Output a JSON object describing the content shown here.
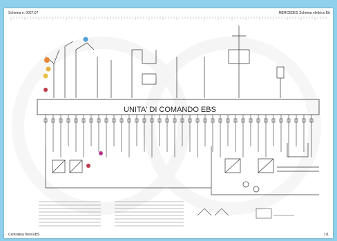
{
  "sheet": {
    "header_left": "Schema n. 0027.07",
    "header_right": "MERCEDES Schema elettrico Eb",
    "footer_left": "Centralina freni EBS",
    "footer_right": "1/1",
    "main_label": "UNITA' DI COMANDO EBS"
  },
  "colors": {
    "background": "#8fd0ec",
    "sheet": "#ffffff",
    "wire": "#333333",
    "dot_orange": "#e8873a",
    "dot_yellow": "#e3b23c",
    "dot_blue": "#4ea0d8",
    "dot_red": "#c0394a",
    "dot_magenta": "#b0338a"
  }
}
